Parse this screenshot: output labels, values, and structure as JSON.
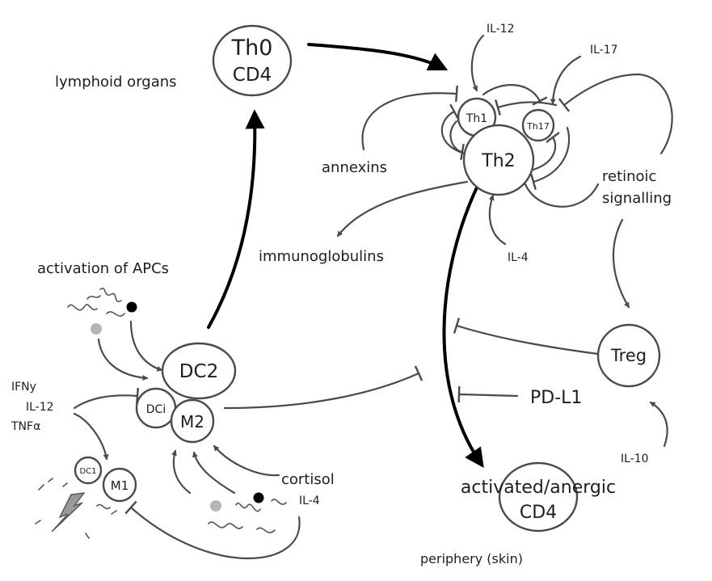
{
  "nodes": {
    "th0": [
      "Th0",
      "CD4"
    ],
    "th1": "Th1",
    "th17": "Th17",
    "th2": "Th2",
    "treg": "Treg",
    "dc2": "DC2",
    "dci": "DCi",
    "m2": "M2",
    "dc1": "DC1",
    "m1": "M1",
    "activated": [
      "activated/anergic",
      "CD4"
    ]
  },
  "labels": {
    "lymphoid": "lymphoid organs",
    "il12_top": "IL-12",
    "il17": "IL-17",
    "annexins": "annexins",
    "retinoic": [
      "retinoic",
      "signalling"
    ],
    "immunoglobulins": "immunoglobulins",
    "il4_mid": "IL-4",
    "apcs": "activation of APCs",
    "ifny": "IFNy",
    "il12_left": "IL-12",
    "tnfa": "TNFα",
    "pdl1": "PD-L1",
    "il10": "IL-10",
    "cortisol": "cortisol",
    "il4_bottom": "IL-4",
    "periphery": "periphery (skin)"
  },
  "colors": {
    "line": "#4a4a4a",
    "bold_arrow": "#000000",
    "grey_dot": "#b5b5b5",
    "black_dot": "#000000"
  },
  "icons": [
    "lightning-bolt-icon",
    "pathogen-squiggle-icon"
  ]
}
